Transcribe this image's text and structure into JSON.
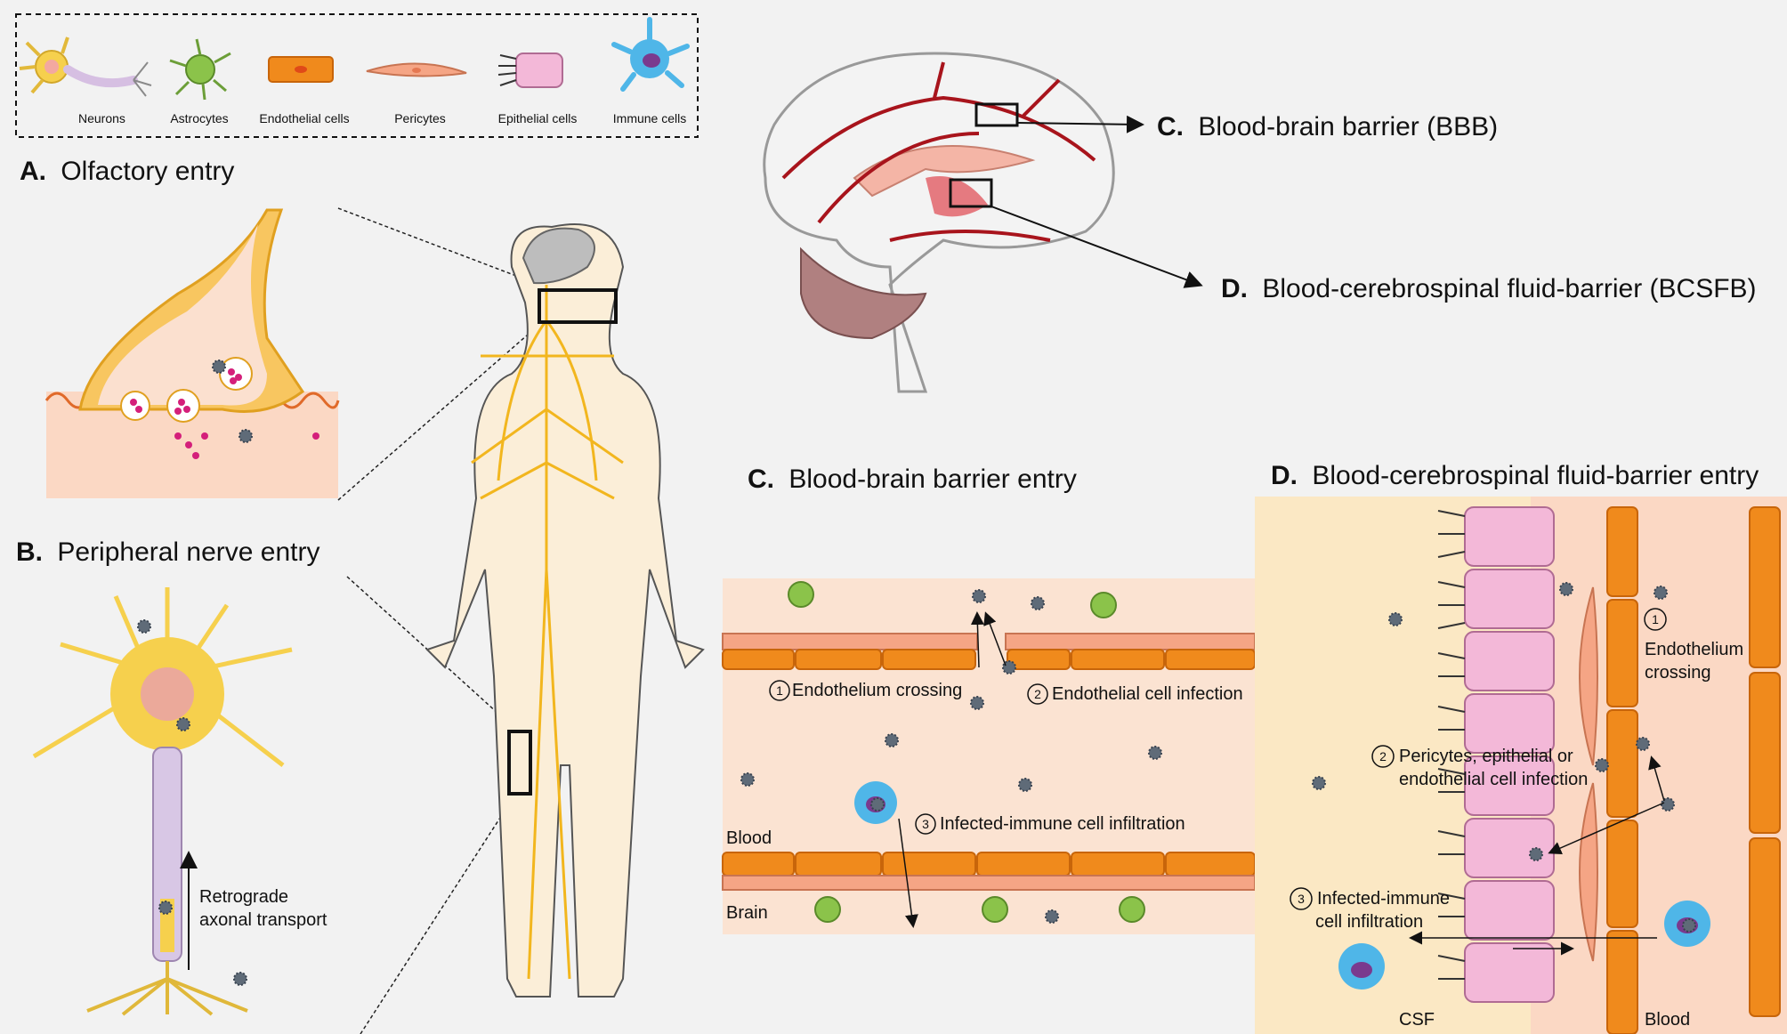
{
  "legend": {
    "items": [
      {
        "label": "Neurons",
        "icon": "neuron-icon"
      },
      {
        "label": "Astrocytes",
        "icon": "astrocyte-icon"
      },
      {
        "label": "Endothelial cells",
        "icon": "endothelial-cell-icon"
      },
      {
        "label": "Pericytes",
        "icon": "pericyte-icon"
      },
      {
        "label": "Epithelial cells",
        "icon": "epithelial-cell-icon"
      },
      {
        "label": "Immune cells",
        "icon": "immune-cell-icon"
      }
    ]
  },
  "panels": {
    "A": {
      "letter": "A.",
      "title": "Olfactory entry"
    },
    "B": {
      "letter": "B.",
      "title": "Peripheral nerve entry",
      "note_line1": "Retrograde",
      "note_line2": "axonal transport"
    },
    "C_top": {
      "letter": "C.",
      "title": "Blood-brain barrier (BBB)"
    },
    "D_top": {
      "letter": "D.",
      "title": "Blood-cerebrospinal fluid-barrier (BCSFB)"
    },
    "C": {
      "letter": "C.",
      "title": "Blood-brain barrier entry",
      "step1_num": "1",
      "step1": "Endothelium crossing",
      "step2_num": "2",
      "step2": "Endothelial cell infection",
      "step3_num": "3",
      "step3": "Infected-immune cell infiltration",
      "blood": "Blood",
      "brain": "Brain"
    },
    "D": {
      "letter": "D.",
      "title": "Blood-cerebrospinal fluid-barrier entry",
      "step1_num": "1",
      "step1_line1": "Endothelium",
      "step1_line2": "crossing",
      "step2_num": "2",
      "step2_line1": "Pericytes, epithelial or",
      "step2_line2": "endothelial cell infection",
      "step3_num": "3",
      "step3_line1": "Infected-immune",
      "step3_line2": "cell infiltration",
      "csf": "CSF",
      "blood": "Blood"
    }
  },
  "colors": {
    "neuron": "#f6d04d",
    "astrocyte": "#8bc34a",
    "endothelial": "#f08a1c",
    "pericyte": "#f5a585",
    "epithelial": "#f3b8d8",
    "immune": "#4fb6e8",
    "virus": "#5f6b78",
    "tissue": "#fbe3d2",
    "vessel": "#a8141c"
  }
}
